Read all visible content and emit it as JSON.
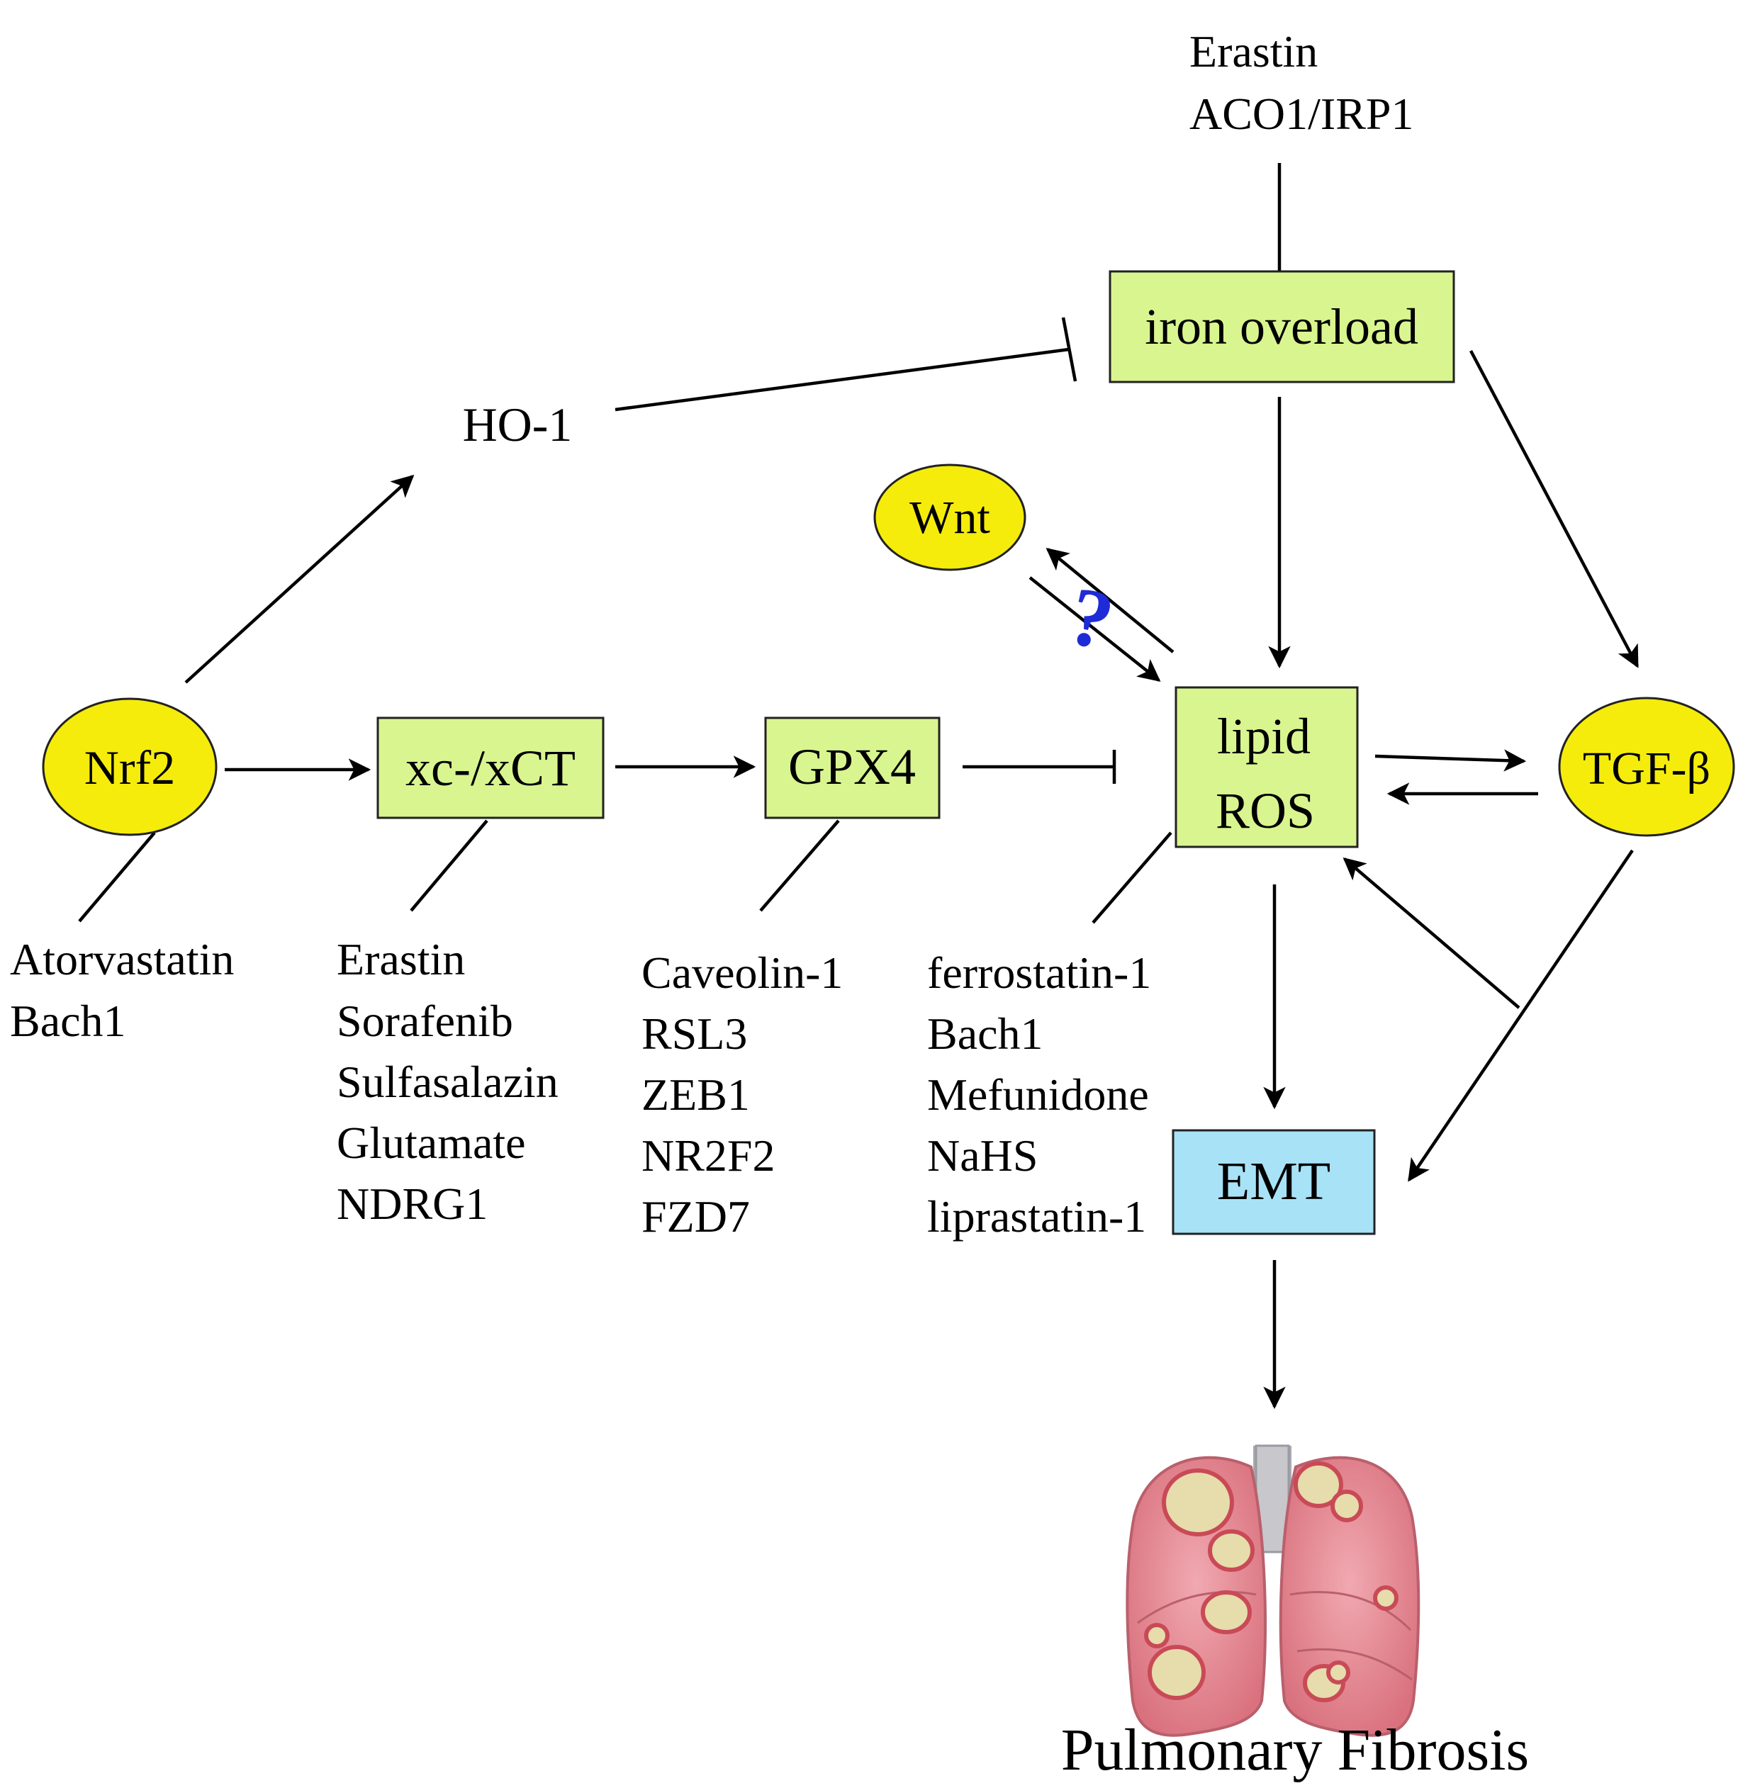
{
  "nodes": {
    "nrf2": {
      "label": "Nrf2",
      "color": "#f5ec0c"
    },
    "xct": {
      "label": "xc-/xCT",
      "color": "#d9f58f"
    },
    "gpx4": {
      "label": "GPX4",
      "color": "#d9f58f"
    },
    "lipid_ros": {
      "line1": "lipid",
      "line2": "ROS",
      "color": "#d9f58f"
    },
    "tgf_beta": {
      "label": "TGF-β",
      "color": "#f5ec0c"
    },
    "iron_overload": {
      "label": "iron overload",
      "color": "#d9f58f"
    },
    "ho1": {
      "label": "HO-1"
    },
    "wnt": {
      "label": "Wnt",
      "color": "#f5ec0c"
    },
    "emt": {
      "label": "EMT",
      "color": "#a8e2f6"
    },
    "question_mark": {
      "label": "?",
      "color": "#1f2bd6"
    }
  },
  "regulators": {
    "iron_overload": [
      "Erastin",
      "ACO1/IRP1"
    ],
    "nrf2": [
      "Atorvastatin",
      "Bach1"
    ],
    "xct": [
      "Erastin",
      "Sorafenib",
      "Sulfasalazin",
      "Glutamate",
      "NDRG1"
    ],
    "gpx4": [
      "Caveolin-1",
      "RSL3",
      "ZEB1",
      "NR2F2",
      "FZD7"
    ],
    "lipid_ros": [
      "ferrostatin-1",
      "Bach1",
      "Mefunidone",
      "NaHS",
      "liprastatin-1"
    ]
  },
  "outcome": {
    "label": "Pulmonary Fibrosis"
  },
  "edges": [
    {
      "from": "Nrf2",
      "to": "HO-1",
      "type": "activation"
    },
    {
      "from": "HO-1",
      "to": "iron overload",
      "type": "inhibition"
    },
    {
      "from": "Nrf2",
      "to": "xc-/xCT",
      "type": "activation"
    },
    {
      "from": "xc-/xCT",
      "to": "GPX4",
      "type": "activation"
    },
    {
      "from": "GPX4",
      "to": "lipid ROS",
      "type": "inhibition"
    },
    {
      "from": "iron overload",
      "to": "lipid ROS",
      "type": "activation"
    },
    {
      "from": "iron overload",
      "to": "TGF-β",
      "type": "activation"
    },
    {
      "from": "lipid ROS",
      "to": "TGF-β",
      "type": "activation"
    },
    {
      "from": "TGF-β",
      "to": "lipid ROS",
      "type": "activation"
    },
    {
      "from": "Wnt",
      "to": "lipid ROS",
      "type": "activation"
    },
    {
      "from": "lipid ROS",
      "to": "Wnt",
      "type": "activation"
    },
    {
      "from": "TGF-β",
      "to": "EMT",
      "type": "activation"
    },
    {
      "from": "lipid ROS",
      "to": "EMT",
      "type": "activation"
    },
    {
      "from": "EMT",
      "to": "Pulmonary Fibrosis",
      "type": "activation"
    }
  ],
  "lung_illustration": {
    "colors": {
      "tissue": "#e58e98",
      "lesion": "#e7dcac",
      "airway": "#c7c7cc"
    }
  }
}
